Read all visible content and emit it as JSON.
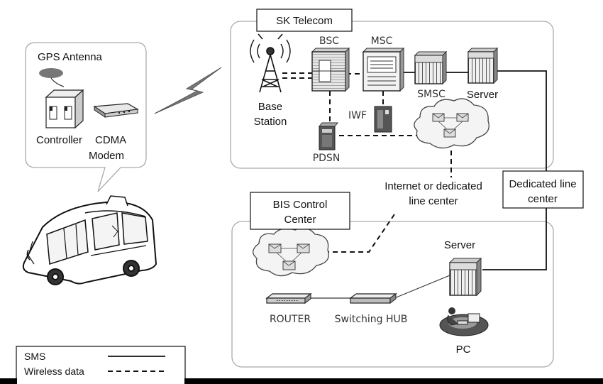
{
  "colors": {
    "background": "#ffffff",
    "stroke": "#333333",
    "panel_stroke": "#aaaaaa",
    "device_fill": "#e6e6e6",
    "dark_fill": "#555555",
    "bottom_bar": "#000000"
  },
  "sk_telecom": {
    "title": "SK Telecom",
    "base_station": [
      "Base",
      "Station"
    ],
    "bsc": "BSC",
    "msc": "MSC",
    "smsc": "SMSC",
    "server": "Server",
    "iwf": "IWF",
    "pdsn": "PDSN"
  },
  "bus_callout": {
    "gps_antenna": "GPS Antenna",
    "controller": "Controller",
    "cdma": "CDMA",
    "modem": "Modem"
  },
  "internet_label": [
    "Internet or dedicated",
    "line center"
  ],
  "dedicated_label": [
    "Dedicated line",
    "center"
  ],
  "bis": {
    "title": [
      "BIS Control",
      "Center"
    ],
    "server": "Server",
    "router": "ROUTER",
    "hub": "Switching HUB",
    "pc": "PC"
  },
  "legend": {
    "sms": "SMS",
    "wireless": "Wireless data"
  },
  "icons": [
    "antenna-tower-icon",
    "bsc-rack-icon",
    "msc-rack-icon",
    "smsc-rack-icon",
    "server-rack-icon",
    "iwf-rack-icon",
    "pdsn-rack-icon",
    "cloud-network-icon",
    "gps-antenna-icon",
    "controller-box-icon",
    "cdma-modem-icon",
    "bus-icon",
    "lightning-bolt-icon",
    "router-icon",
    "switching-hub-icon",
    "pc-user-icon"
  ]
}
